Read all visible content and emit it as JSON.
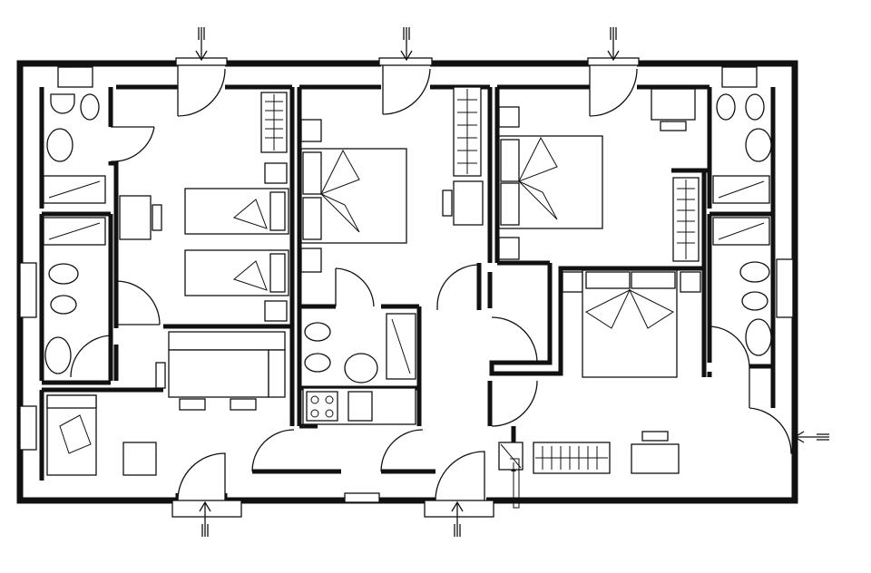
{
  "plan": {
    "background": "#ffffff",
    "line_color": "#111111",
    "legend_text": []
  },
  "entrances": [
    {
      "name": "entrance-arrow-top-left"
    },
    {
      "name": "entrance-arrow-top-middle"
    },
    {
      "name": "entrance-arrow-top-right"
    },
    {
      "name": "entrance-arrow-right"
    },
    {
      "name": "entrance-arrow-bottom-left"
    },
    {
      "name": "entrance-arrow-bottom-middle"
    }
  ]
}
